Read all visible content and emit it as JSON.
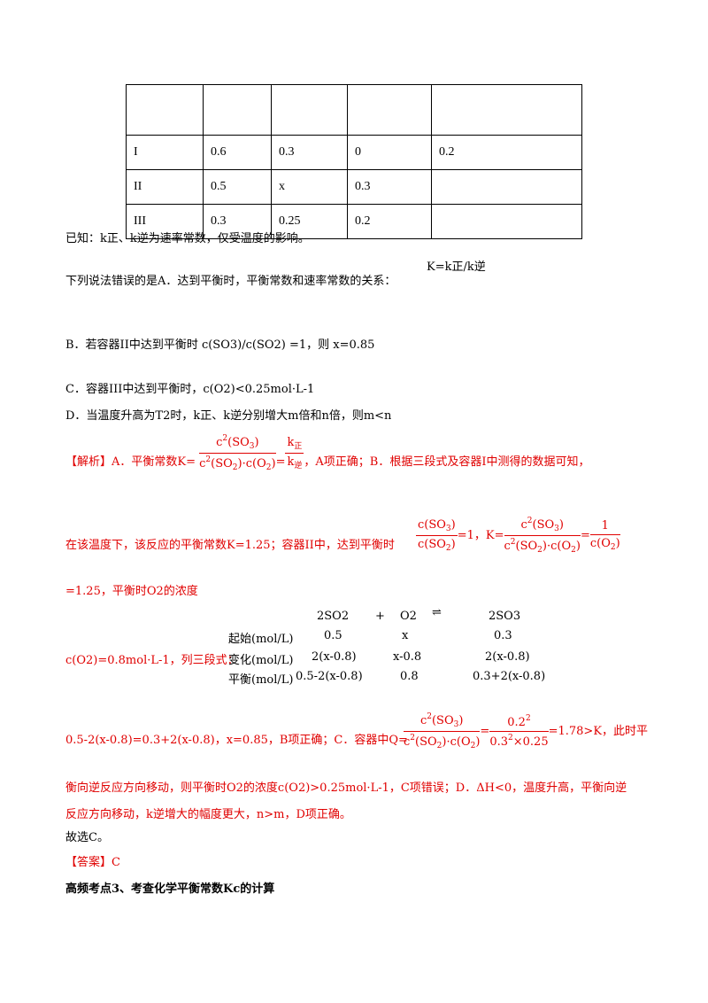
{
  "table": {
    "header": [
      "",
      "",
      "",
      "",
      ""
    ],
    "rows": [
      [
        "I",
        "0.6",
        "0.3",
        "0",
        "0.2"
      ],
      [
        "II",
        "0.5",
        "x",
        "0.3",
        ""
      ],
      [
        "III",
        "0.3",
        "0.25",
        "0.2",
        ""
      ]
    ]
  },
  "known": "已知：k正、k逆为速率常数，仅受温度的影响。",
  "question": {
    "lead": "下列说法错误的是A．达到平衡时，平衡常数和速率常数的关系：",
    "a_formula": "K=k正/k逆",
    "b": "B．若容器II中达到平衡时 c(SO3)/c(SO2) =1，则 x=0.85",
    "c": "C．容器III中达到平衡时，c(O2)<0.25mol·L-1",
    "d": "D．当温度升高为T2时，k正、k逆分别增大m倍和n倍，则m<n"
  },
  "analysis": {
    "line1_head": "【解析】A．平衡常数K=",
    "line1_tail": "，A项正确；B．根据三段式及容器I中测得的数据可知，",
    "line2_head": "在该温度下，该反应的平衡常数K=1.25；容器II中，达到平衡时",
    "line2_mid": "=1，K=",
    "line3": "=1.25，平衡时O2的浓度",
    "line4": "c(O2)=0.8mol·L-1，列三段式：",
    "line5_head": "0.5-2(x-0.8)=0.3+2(x-0.8)，x=0.85，B项正确；C．容器中Q=",
    "line5_tail": "=1.78>K，此时平",
    "line6": "衡向逆反应方向移动，则平衡时O2的浓度c(O2)>0.25mol·L-1，C项错误；D．ΔH<0，温度升高，平衡向逆",
    "line7": "反应方向移动，k逆增大的幅度更大，n>m，D项正确。",
    "conclusion": "故选C。"
  },
  "three_stage": {
    "equation": [
      "2SO2",
      "+",
      "O2",
      "⇌",
      "2SO3"
    ],
    "rows": [
      [
        "起始(mol/L)",
        "0.5",
        "x",
        "0.3"
      ],
      [
        "变化(mol/L)",
        "2(x-0.8)",
        "x-0.8",
        "2(x-0.8)"
      ],
      [
        "平衡(mol/L)",
        "0.5-2(x-0.8)",
        "0.8",
        "0.3+2(x-0.8)"
      ]
    ]
  },
  "answer": "【答案】C",
  "section_title": "高频考点3、考查化学平衡常数Kc的计算",
  "colors": {
    "analysis": "#e00000",
    "text": "#000000"
  }
}
